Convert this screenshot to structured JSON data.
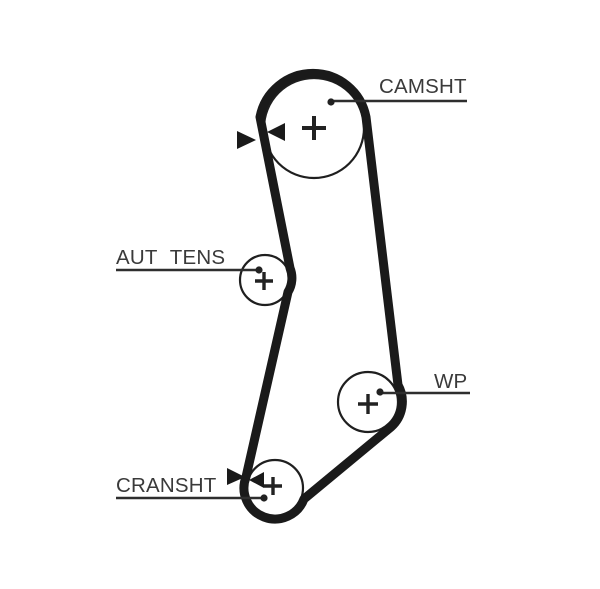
{
  "diagram": {
    "type": "timing-belt-routing-diagram",
    "background_color": "#ffffff",
    "belt_color": "#1a1a1a",
    "outline_color": "#1f1f1f",
    "label_color": "#3a3a3a",
    "pulleys": [
      {
        "id": "camshaft",
        "label": "CAMSHT",
        "center_mark": "+"
      },
      {
        "id": "tensioner",
        "label": "AUT TENS",
        "center_mark": "+"
      },
      {
        "id": "water-pump",
        "label": "WP",
        "center_mark": "+"
      },
      {
        "id": "crankshaft",
        "label": "CRANSHT",
        "center_mark": "+"
      }
    ],
    "annotations": [
      {
        "id": "camshaft-alignment-marks",
        "icon": "triangle-pair-facing-icons",
        "location": "belt left run at camshaft"
      },
      {
        "id": "crankshaft-alignment-marks",
        "icon": "triangle-pair-facing-icons",
        "location": "belt left run at crankshaft"
      }
    ]
  }
}
